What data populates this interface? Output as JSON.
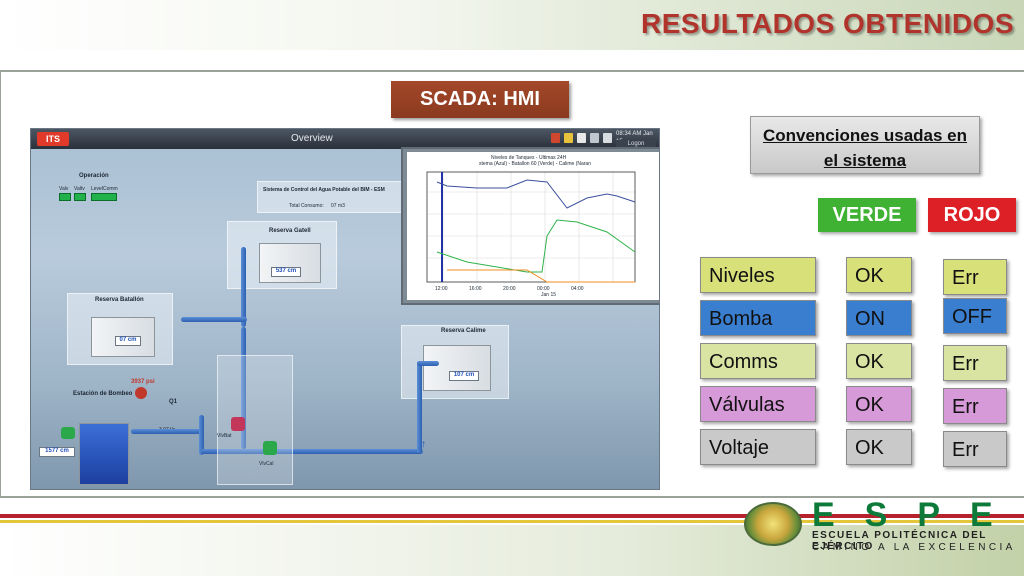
{
  "slide": {
    "title": "RESULTADOS OBTENIDOS"
  },
  "scada": {
    "title": "SCADA: HMI"
  },
  "hmi": {
    "logo": "ITS",
    "window_title": "Overview",
    "clock": "08:34 AM Jan 15",
    "login": "Logon",
    "operacion_title": "Operación",
    "operacion_labels": [
      "Valv",
      "Valtv",
      "LevelComm"
    ],
    "system_title": "Sistema de Control del Agua Potable del BIM - ESM",
    "total_consumo_label": "Total Consumo:",
    "total_consumo_value": "07 m3",
    "chart_title_1": "Niveles de Tanques - Ultimas 24H",
    "chart_title_2": "stema (Azul) - Batallon 60 (Verde) - Calime (Naran",
    "chart_x_ticks": [
      "12:00",
      "16:00",
      "20:00",
      "00:00",
      "04:00"
    ],
    "chart_date": "Jan 15",
    "tank_gatell": {
      "name": "Reserva Gatell",
      "level": "537 cm"
    },
    "tank_batallon": {
      "name": "Reserva Batallón",
      "level": "07 cm"
    },
    "tank_calime": {
      "name": "Reserva Calime",
      "level": "107 cm"
    },
    "station": {
      "name": "Estación de Bombeo",
      "level": "1577 cm"
    },
    "pressure": "3937 psi",
    "q1_label": "Q1",
    "flow": "3.07 l/s",
    "valve_bat": "VlvBat",
    "valve_cal": "VlvCal"
  },
  "conventions": {
    "line1": "Convenciones usadas en",
    "line2": "el sistema"
  },
  "legend": {
    "green_label": "VERDE",
    "red_label": "ROJO",
    "green_color": "#3fb233",
    "red_color": "#dd1f26"
  },
  "rows": [
    {
      "name": "Niveles",
      "ok": "OK",
      "err": "Err",
      "bg": "#d8e07a"
    },
    {
      "name": "Bomba",
      "ok": "ON",
      "err": "OFF",
      "bg": "#3a7fcf"
    },
    {
      "name": "Comms",
      "ok": "OK",
      "err": "Err",
      "bg": "#d9e3a2"
    },
    {
      "name": "Válvulas",
      "ok": "OK",
      "err": "Err",
      "bg": "#d79ad8"
    },
    {
      "name": "Voltaje",
      "ok": "OK",
      "err": "Err",
      "bg": "#c9c9c9"
    }
  ],
  "footer": {
    "brand": "ESPE",
    "line1": "ESCUELA POLITÉCNICA DEL EJÉRCITO",
    "line2": "CAMINO A LA EXCELENCIA"
  }
}
